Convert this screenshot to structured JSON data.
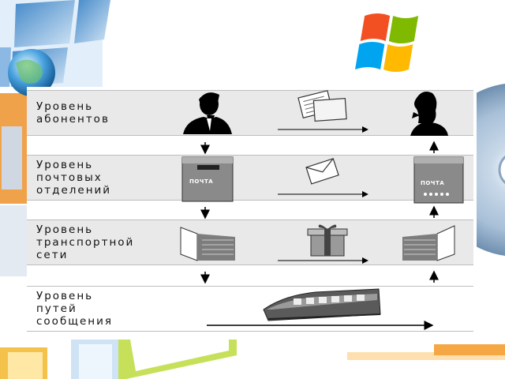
{
  "diagram": {
    "levels": [
      {
        "id": "subscribers",
        "label": "Уровень\nабонентов"
      },
      {
        "id": "post-offices",
        "label": "Уровень\nпочтовых\nотделений"
      },
      {
        "id": "transport",
        "label": "Уровень\nтранспортной\nсети"
      },
      {
        "id": "routes",
        "label": "Уровень\nпутей\nсообщения"
      }
    ],
    "mailbox_label": "ПОЧТА"
  },
  "colors": {
    "band": "#e9e9e9",
    "arrow": "#000000",
    "windows_red": "#f25022",
    "windows_green": "#7fba00",
    "windows_blue": "#00a4ef",
    "windows_yellow": "#ffb900"
  },
  "icons": [
    "globe-icon",
    "windows-logo-icon",
    "cd-disc-icon",
    "man-silhouette-icon",
    "woman-silhouette-icon",
    "letter-sheet-icon",
    "envelope-icon",
    "mailbox-icon",
    "gift-box-icon",
    "truck-cargo-icon",
    "train-icon"
  ]
}
